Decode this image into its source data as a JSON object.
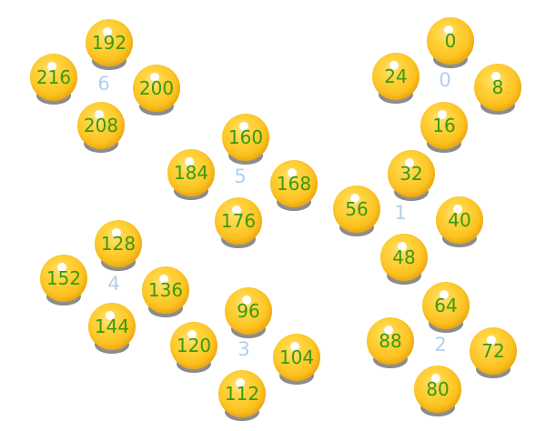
{
  "groups": [
    {
      "label": "0",
      "balls": [
        "0",
        "8",
        "16",
        "24"
      ]
    },
    {
      "label": "1",
      "balls": [
        "32",
        "40",
        "48",
        "56"
      ]
    },
    {
      "label": "2",
      "balls": [
        "64",
        "72",
        "80",
        "88"
      ]
    },
    {
      "label": "3",
      "balls": [
        "96",
        "104",
        "112",
        "120"
      ]
    },
    {
      "label": "4",
      "balls": [
        "128",
        "136",
        "144",
        "152"
      ]
    },
    {
      "label": "5",
      "balls": [
        "160",
        "168",
        "176",
        "184"
      ]
    },
    {
      "label": "6",
      "balls": [
        "192",
        "200",
        "208",
        "216"
      ]
    }
  ]
}
